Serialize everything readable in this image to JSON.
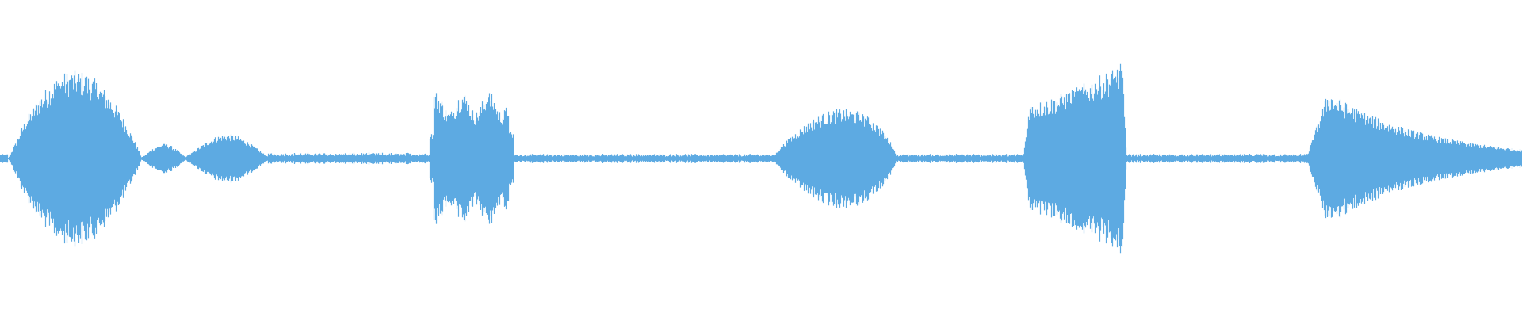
{
  "waveform": {
    "color": "#5DAAE2",
    "background": "#ffffff",
    "segments": [
      {
        "start": 0.0,
        "end": 0.005,
        "amp": 0.06,
        "shape": "flat"
      },
      {
        "start": 0.005,
        "end": 0.093,
        "amp": 0.72,
        "shape": "left-mound"
      },
      {
        "start": 0.093,
        "end": 0.122,
        "amp": 0.12,
        "shape": "bump"
      },
      {
        "start": 0.122,
        "end": 0.176,
        "amp": 0.2,
        "shape": "bump"
      },
      {
        "start": 0.176,
        "end": 0.282,
        "amp": 0.05,
        "shape": "noise"
      },
      {
        "start": 0.282,
        "end": 0.337,
        "amp": 0.55,
        "shape": "burst"
      },
      {
        "start": 0.337,
        "end": 0.508,
        "amp": 0.04,
        "shape": "noise"
      },
      {
        "start": 0.508,
        "end": 0.589,
        "amp": 0.5,
        "shape": "rising"
      },
      {
        "start": 0.589,
        "end": 0.672,
        "amp": 0.04,
        "shape": "noise"
      },
      {
        "start": 0.672,
        "end": 0.74,
        "amp": 0.8,
        "shape": "rising-peak"
      },
      {
        "start": 0.74,
        "end": 0.858,
        "amp": 0.04,
        "shape": "noise"
      },
      {
        "start": 0.858,
        "end": 1.0,
        "amp": 0.55,
        "shape": "decay"
      }
    ]
  }
}
